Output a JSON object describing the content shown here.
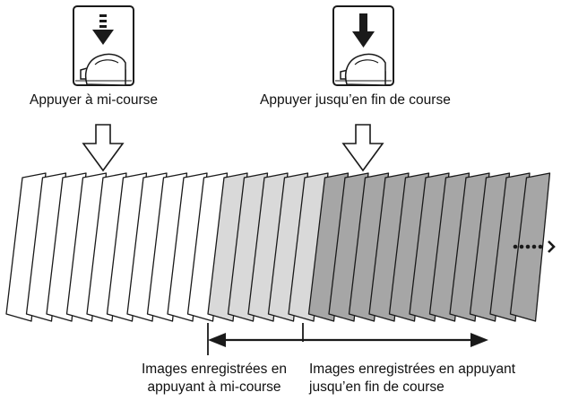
{
  "press_half": {
    "label": "Appuyer à mi-course",
    "icon": "shutter-half-press-icon"
  },
  "press_full": {
    "label": "Appuyer jusqu’en fin de course",
    "icon": "shutter-full-press-icon"
  },
  "frames": {
    "before_count": 10,
    "half_count": 5,
    "full_count": 11,
    "colors": {
      "before": "#ffffff",
      "half": "#d9d9d9",
      "full": "#a6a6a6",
      "stroke": "#1a1a1a"
    },
    "continuation_icon": "dotted-arrow-right-icon"
  },
  "range": {
    "half_label_line1": "Images enregistrées en",
    "half_label_line2": "appuyant à mi-course",
    "full_label_line1": "Images enregistrées en appuyant",
    "full_label_line2": "jusqu’en fin de course"
  }
}
